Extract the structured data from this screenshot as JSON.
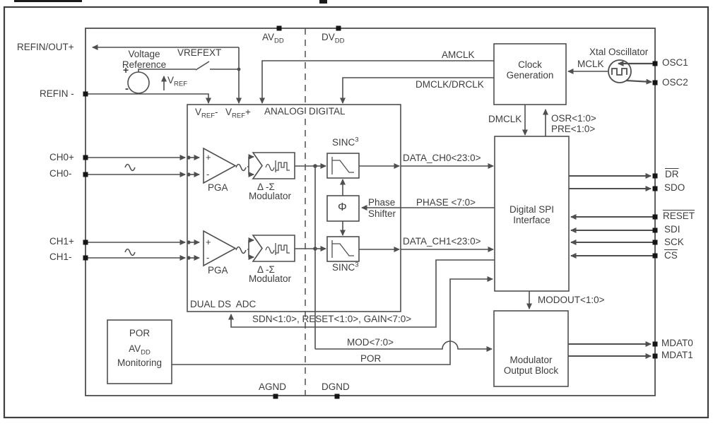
{
  "diagram": {
    "pins": {
      "left": {
        "refin_out": "REFIN/OUT+",
        "refin_minus": "REFIN -",
        "ch0_plus": "CH0+",
        "ch0_minus": "CH0-",
        "ch1_plus": "CH1+",
        "ch1_minus": "CH1-"
      },
      "top": {
        "avdd_base": "AV",
        "avdd_sub": "DD",
        "dvdd_base": "DV",
        "dvdd_sub": "DD"
      },
      "right": {
        "osc1": "OSC1",
        "osc2": "OSC2",
        "dr": "DR",
        "sdo": "SDO",
        "reset": "RESET",
        "sdi": "SDI",
        "sck": "SCK",
        "cs": "CS",
        "mdat0": "MDAT0",
        "mdat1": "MDAT1"
      },
      "bottom": {
        "agnd": "AGND",
        "dgnd": "DGND"
      }
    },
    "blocks": {
      "clock_generation": {
        "line1": "Clock",
        "line2": "Generation"
      },
      "xtal_oscillator": "Xtal Oscillator",
      "spi": {
        "line1": "Digital SPI",
        "line2": "Interface"
      },
      "modulator_output": {
        "line1": "Modulator",
        "line2": "Output Block"
      },
      "por_monitor": {
        "line1": "POR",
        "line2_base": "AV",
        "line2_sub": "DD",
        "line3": "Monitoring"
      },
      "dual_adc": "DUAL DS  ADC",
      "voltage_reference": {
        "line1": "Voltage",
        "line2": "Reference"
      },
      "pga": "PGA",
      "delta_sigma": {
        "line1": "Δ -Σ",
        "line2": "Modulator"
      },
      "sinc_base": "SINC",
      "sinc_sup": "3",
      "phase_shifter": {
        "line1": "Phase",
        "line2": "Shifter"
      },
      "phi": "Φ"
    },
    "signals": {
      "amclk": "AMCLK",
      "mclk": "MCLK",
      "dmclk_drclk": "DMCLK/DRCLK",
      "dmclk": "DMCLK",
      "osr": "OSR<1:0>",
      "pre": "PRE<1:0>",
      "data_ch0": "DATA_CH0<23:0>",
      "data_ch1": "DATA_CH1<23:0>",
      "phase_bus": "PHASE <7:0>",
      "sdn_bus": "SDN<1:0>, RESET<1:0>, GAIN<7:0>",
      "mod_bus": "MOD<7:0>",
      "por": "POR",
      "modout_bus": "MODOUT<1:0>",
      "vrefext": "VREFEXT",
      "vref_base": "V",
      "vref_sub": "REF",
      "vref_plus_suffix": "+",
      "vref_minus_suffix": "-",
      "analog": "ANALOG",
      "digital": "DIGITAL",
      "plus": "+",
      "minus": "-"
    },
    "colors": {
      "line": "#4f4f4f",
      "text": "#3d3d3d",
      "pin": "#161616",
      "background": "#ffffff"
    }
  }
}
